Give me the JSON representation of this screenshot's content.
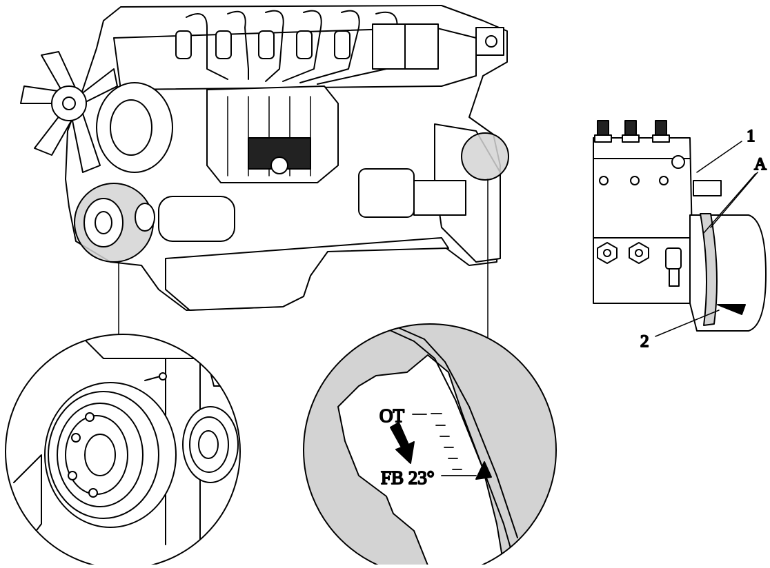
{
  "labels": {
    "callout_1": "1",
    "callout_A": "A",
    "callout_2": "2",
    "ot_mark": "OT",
    "fb_mark": "FB 23°"
  },
  "colors": {
    "line": "#000000",
    "fill": "#ffffff",
    "highlight": "#d3d3d3"
  }
}
